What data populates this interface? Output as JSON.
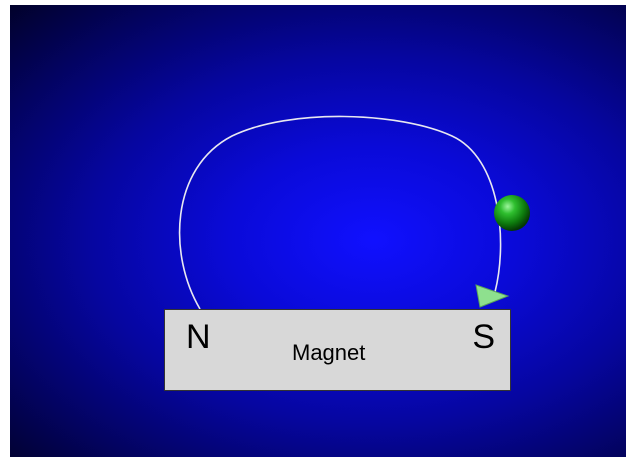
{
  "magnet": {
    "north_label": "N",
    "south_label": "S",
    "name_label": "Magnet"
  },
  "colors": {
    "background_center": "#1010ff",
    "background_edge": "#01012a",
    "field_line": "#e8e8f0",
    "magnet_body": "#d8d8d8",
    "ball": "#1a9a1a",
    "arrow": "#8ee08e"
  },
  "icons": {
    "ball": "green-sphere-icon",
    "arrow": "direction-arrow-icon"
  }
}
